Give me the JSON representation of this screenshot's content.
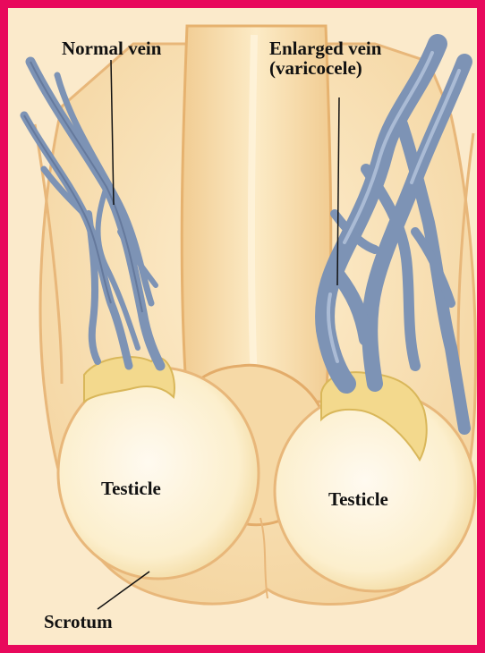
{
  "labels": {
    "normal_vein": "Normal vein",
    "enlarged_vein_line1": "Enlarged vein",
    "enlarged_vein_line2": "(varicocele)",
    "testicle_left": "Testicle",
    "testicle_right": "Testicle",
    "scrotum": "Scrotum"
  },
  "colors": {
    "border": "#e8095c",
    "background": "#fbeacb",
    "skin": "#f6dba8",
    "skin_outline": "#e8b77a",
    "vein": "#7d93b5",
    "vein_dark": "#56698c",
    "testicle": "#fdf1d2",
    "epididymis": "#f2d88a"
  }
}
